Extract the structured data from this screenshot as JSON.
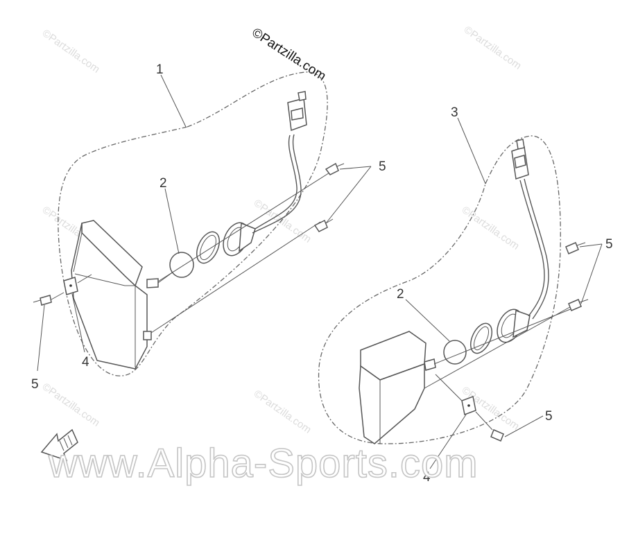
{
  "copyright_credit": "©Partzilla.com",
  "watermark_text": "©Partzilla.com",
  "site_watermark": "www.Alpha-Sports.com",
  "callouts": {
    "left_assembly": "1",
    "left_bulb": "2",
    "right_assembly": "3",
    "right_bulb": "2",
    "left_bracket": "4",
    "right_bracket": "4",
    "left_screws_top": "5",
    "left_screw_bottom": "5",
    "right_screws": "5",
    "right_screw_bottom": "5"
  },
  "direction_icon": "front-direction-arrow-icon",
  "colors": {
    "line": "#555555",
    "watermark": "#dcdcdc",
    "background": "#ffffff"
  }
}
